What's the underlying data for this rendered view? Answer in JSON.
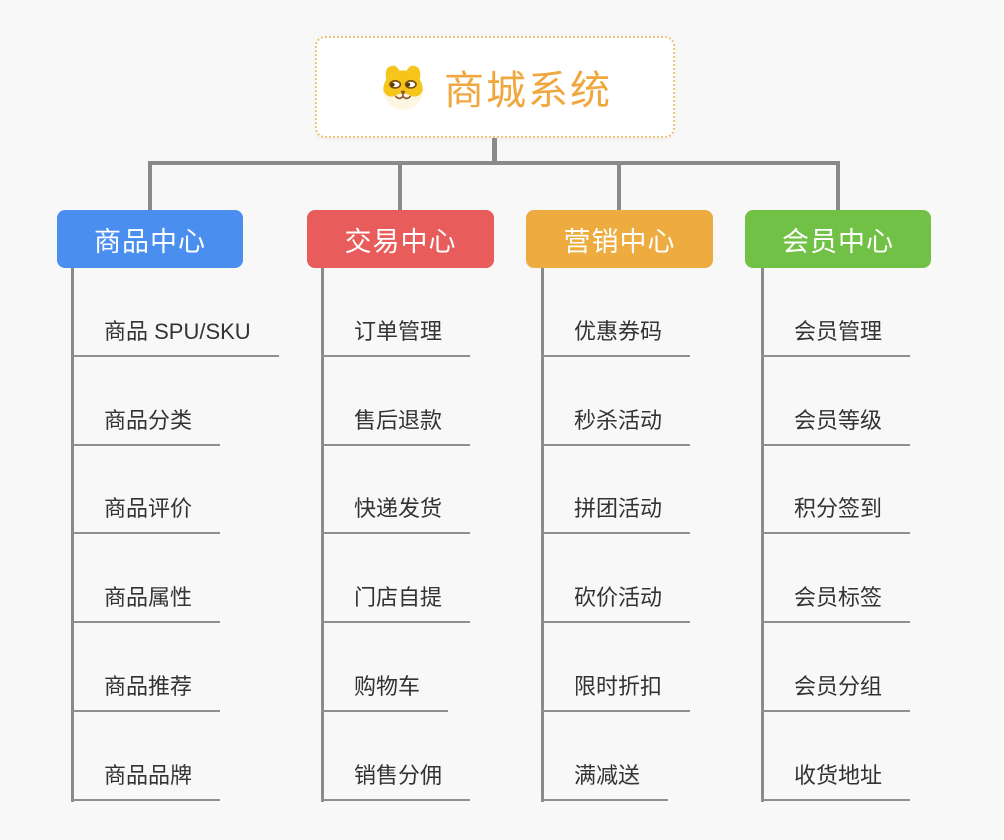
{
  "page": {
    "background": "#f8f8f8",
    "connector_color": "#8a8a8a",
    "leaf_underline_color": "#8f8f8f",
    "leaf_text_color": "#333333"
  },
  "root": {
    "title": "商城系统",
    "icon": "shiba-dog-icon",
    "title_color": "#f0a73d",
    "border_color": "#f0c279"
  },
  "branches": [
    {
      "label": "商品中心",
      "color": "#4a8ff0",
      "items": [
        "商品 SPU/SKU",
        "商品分类",
        "商品评价",
        "商品属性",
        "商品推荐",
        "商品品牌"
      ]
    },
    {
      "label": "交易中心",
      "color": "#e85c5c",
      "items": [
        "订单管理",
        "售后退款",
        "快递发货",
        "门店自提",
        "购物车",
        "销售分佣"
      ]
    },
    {
      "label": "营销中心",
      "color": "#eeac40",
      "items": [
        "优惠券码",
        "秒杀活动",
        "拼团活动",
        "砍价活动",
        "限时折扣",
        "满减送"
      ]
    },
    {
      "label": "会员中心",
      "color": "#72c147",
      "items": [
        "会员管理",
        "会员等级",
        "积分签到",
        "会员标签",
        "会员分组",
        "收货地址"
      ]
    }
  ]
}
